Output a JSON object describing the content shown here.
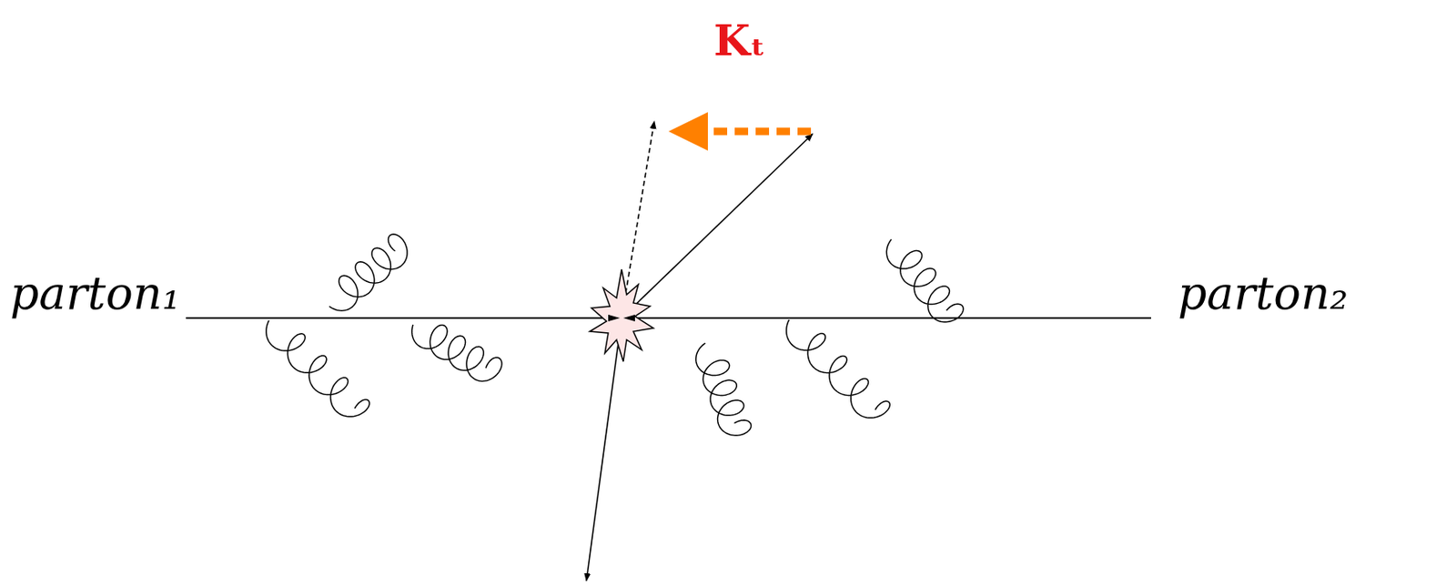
{
  "diagram": {
    "labels": [
      "parton₁",
      "parton₂",
      "Kₜ"
    ]
  }
}
